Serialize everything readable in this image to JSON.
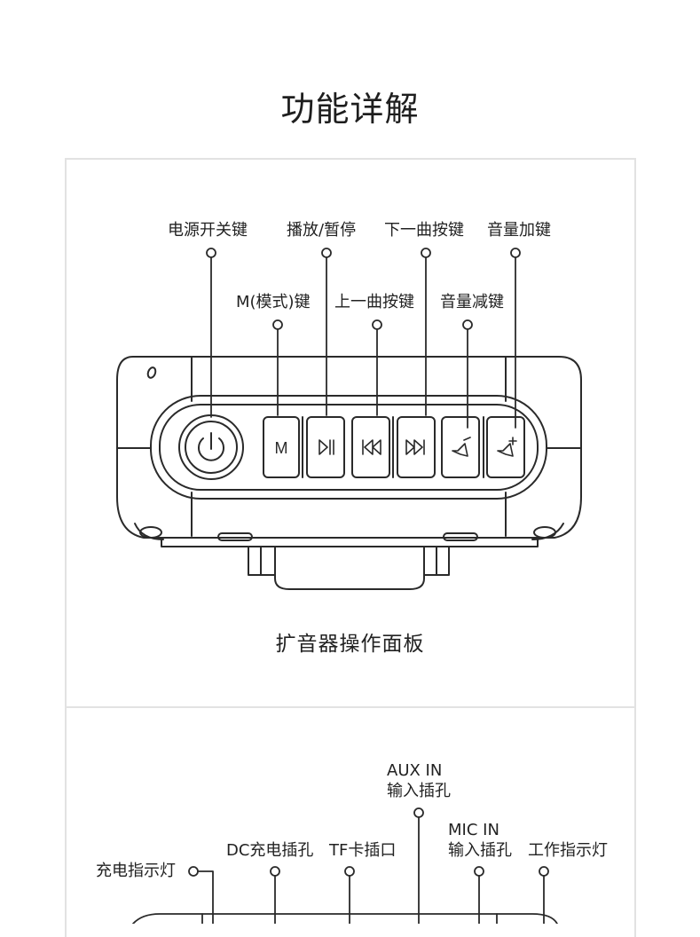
{
  "page": {
    "title": "功能详解"
  },
  "panel1": {
    "caption": "扩音器操作面板",
    "labels": {
      "power": "电源开关键",
      "play_pause": "播放/暂停",
      "next_track": "下一曲按键",
      "volume_up": "音量加键",
      "mode": "M(模式)键",
      "prev_track": "上一曲按键",
      "volume_down": "音量减键"
    },
    "button_mode_text": "M"
  },
  "panel2": {
    "labels": {
      "aux_in_1": "AUX IN",
      "aux_in_2": "输入插孔",
      "mic_in_1": "MIC IN",
      "mic_in_2": "输入插孔",
      "charge_indicator": "充电指示灯",
      "dc_jack": "DC充电插孔",
      "tf_slot": "TF卡插口",
      "work_indicator": "工作指示灯"
    }
  }
}
